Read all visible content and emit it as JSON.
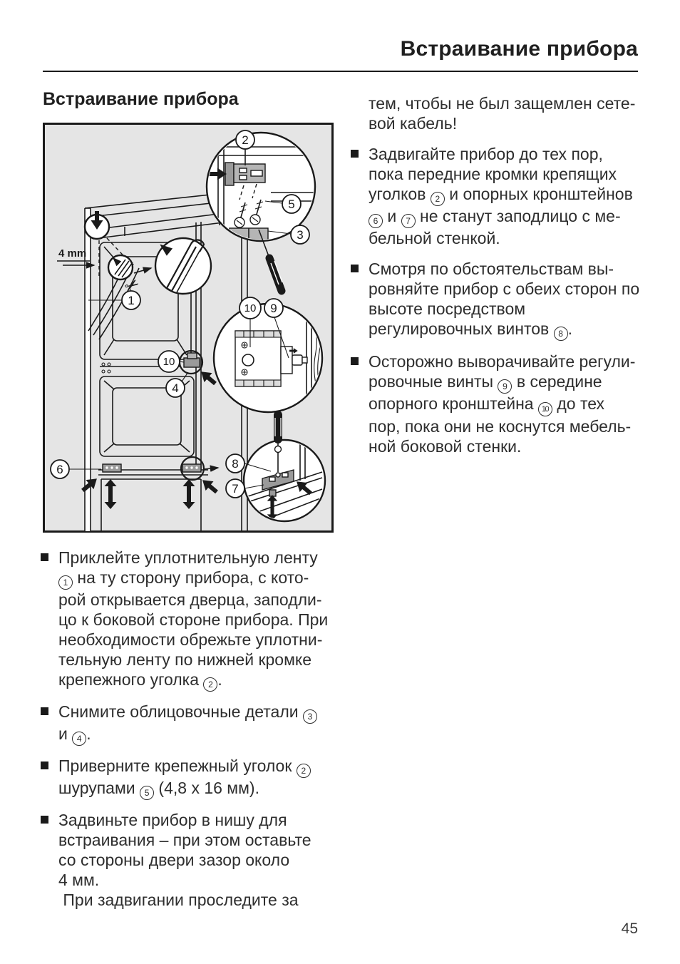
{
  "page": {
    "header_title": "Встраивание прибора",
    "page_number": "45"
  },
  "section": {
    "heading": "Встраивание прибора"
  },
  "figure": {
    "description": "installation-diagram-built-in-appliance",
    "dimension_label": "4 mm",
    "icons": {
      "scissors": "✂"
    },
    "callouts": {
      "c1": "1",
      "c2": "2",
      "c3": "3",
      "c4": "4",
      "c5": "5",
      "c6": "6",
      "c7": "7",
      "c8": "8",
      "c9": "9",
      "c10": "10"
    }
  },
  "left_column": {
    "paragraphs": [
      {
        "bullet": true,
        "lines": [
          [
            "Приклейте уплотнительную ленту"
          ],
          [
            {
              "c": "1"
            },
            " на ту сторону прибора, с кото-"
          ],
          [
            "рой открывается дверца, заподли-"
          ],
          [
            "цо к боковой стороне прибора. При"
          ],
          [
            "необходимости обрежьте уплотни-"
          ],
          [
            "тельную ленту по нижней кромке"
          ],
          [
            "крепежного уголка ",
            {
              "c": "2"
            },
            "."
          ]
        ]
      },
      {
        "bullet": true,
        "lines": [
          [
            "Снимите облицовочные детали ",
            {
              "c": "3"
            }
          ],
          [
            "и ",
            {
              "c": "4"
            },
            "."
          ]
        ]
      },
      {
        "bullet": true,
        "lines": [
          [
            "Приверните крепежный уголок ",
            {
              "c": "2"
            }
          ],
          [
            "шурупами ",
            {
              "c": "5"
            },
            " (4,8 x 16 мм)."
          ]
        ]
      },
      {
        "bullet": true,
        "lines": [
          [
            "Задвиньте прибор в нишу для"
          ],
          [
            "встраивания – при этом оставьте"
          ],
          [
            "со стороны двери зазор около"
          ],
          [
            "4 мм."
          ],
          [
            " При задвигании проследите за"
          ]
        ]
      }
    ]
  },
  "right_column": {
    "paragraphs": [
      {
        "bullet": false,
        "lines": [
          [
            "тем, чтобы не был защемлен сете-"
          ],
          [
            "вой кабель!"
          ]
        ]
      },
      {
        "bullet": true,
        "lines": [
          [
            "Задвигайте прибор до тех пор,"
          ],
          [
            "пока передние кромки крепящих"
          ],
          [
            "уголков ",
            {
              "c": "2"
            },
            " и опорных кронштейнов"
          ],
          [
            {
              "c": "6"
            },
            " и ",
            {
              "c": "7"
            },
            " не станут заподлицо с ме-"
          ],
          [
            "бельной стенкой."
          ]
        ]
      },
      {
        "bullet": true,
        "lines": [
          [
            "Смотря по обстоятельствам вы-"
          ],
          [
            "ровняйте прибор с обеих сторон по"
          ],
          [
            "высоте посредством"
          ],
          [
            "регулировочных винтов ",
            {
              "c": "8"
            },
            "."
          ]
        ]
      },
      {
        "bullet": true,
        "lines": [
          [
            "Осторожно выворачивайте регули-"
          ],
          [
            "ровочные винты ",
            {
              "c": "9"
            },
            " в середине"
          ],
          [
            "опорного кронштейна ",
            {
              "c": "10"
            },
            " до тех"
          ],
          [
            "пор, пока они не коснутся мебель-"
          ],
          [
            "ной боковой стенки."
          ]
        ]
      }
    ]
  }
}
